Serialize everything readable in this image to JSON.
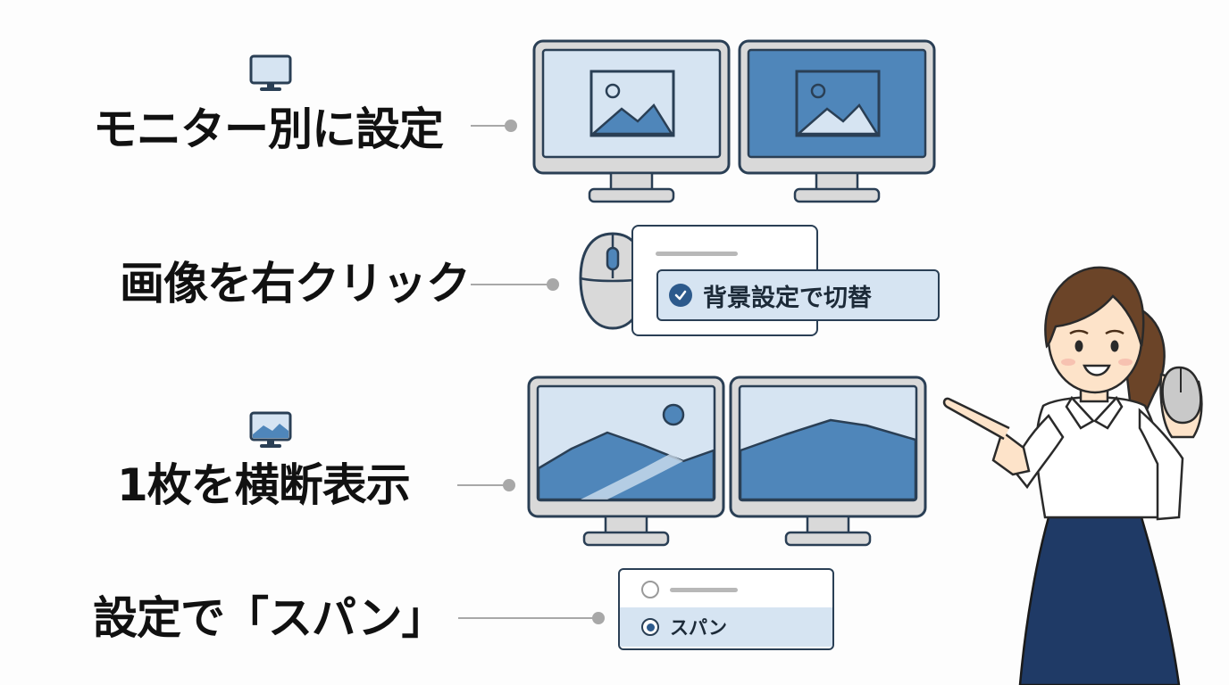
{
  "steps": [
    {
      "label": "モニター別に設定",
      "icon": "monitor-icon"
    },
    {
      "label": "画像を右クリック"
    },
    {
      "label": "1枚を横断表示",
      "icon": "monitor-landscape-icon"
    },
    {
      "label": "設定で「スパン」"
    }
  ],
  "context_menu": {
    "highlighted_item": "背景設定で切替"
  },
  "span_setting": {
    "selected_option": "スパン"
  },
  "colors": {
    "navy": "#2a3f55",
    "blue": "#4f86ba",
    "light_blue": "#d6e4f2",
    "gray": "#a8a8a8"
  }
}
